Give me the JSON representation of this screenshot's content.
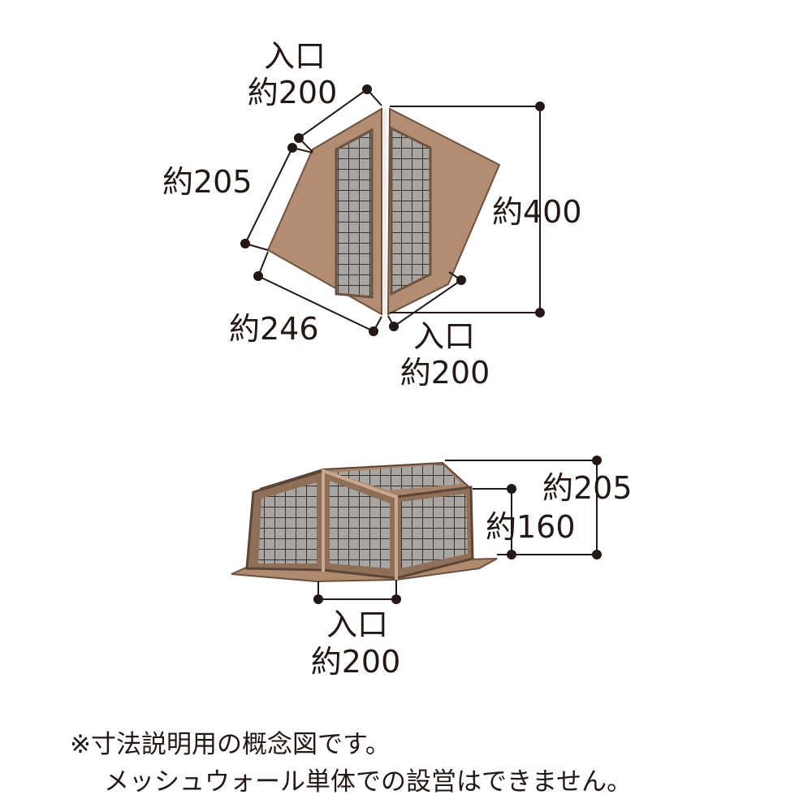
{
  "top_view": {
    "entrance_upper_label": "入口",
    "entrance_upper_value": "約200",
    "left_side_value": "約205",
    "bottom_left_value": "約246",
    "height_value": "約400",
    "entrance_lower_label": "入口",
    "entrance_lower_value": "約200"
  },
  "side_view": {
    "total_height_value": "約205",
    "wall_height_value": "約160",
    "entrance_label": "入口",
    "entrance_value": "約200"
  },
  "notes": {
    "line1": "※寸法説明用の概念図です。",
    "line2": "メッシュウォール単体での設営はできません。"
  },
  "colors": {
    "fabric": "#b28d72",
    "fabric_dark": "#9c7a60",
    "frame": "#5b4536",
    "mesh_bg": "#a8a4a0",
    "mesh_line": "#3b3330",
    "dim_line": "#231815"
  }
}
